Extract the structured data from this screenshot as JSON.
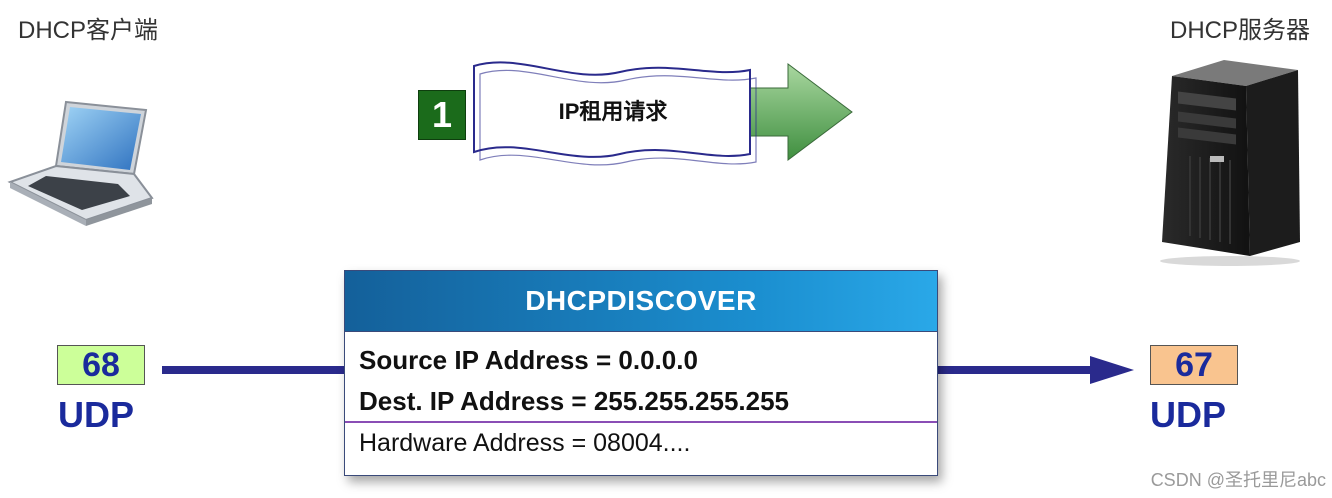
{
  "client": {
    "label": "DHCP客户端",
    "port": "68",
    "protocol": "UDP"
  },
  "server": {
    "label": "DHCP服务器",
    "port": "67",
    "protocol": "UDP"
  },
  "step": {
    "number": "1",
    "label": "IP租用请求"
  },
  "packet": {
    "title": "DHCPDISCOVER",
    "source": "Source IP Address = 0.0.0.0",
    "destination": "Dest. IP Address = 255.255.255.255",
    "hardware": "Hardware Address = 08004...."
  },
  "watermark": "CSDN @圣托里尼abc",
  "colors": {
    "arrow_line": "#2a2a8c",
    "client_port_fill": "#ccff99",
    "server_port_fill": "#f9c48f",
    "header_blue": "#1b8fd0",
    "step_green": "#1b6b1b",
    "flow_arrow_green": "#6aaf6a"
  },
  "icons": [
    "laptop-icon",
    "server-tower-icon",
    "green-arrow-icon"
  ]
}
